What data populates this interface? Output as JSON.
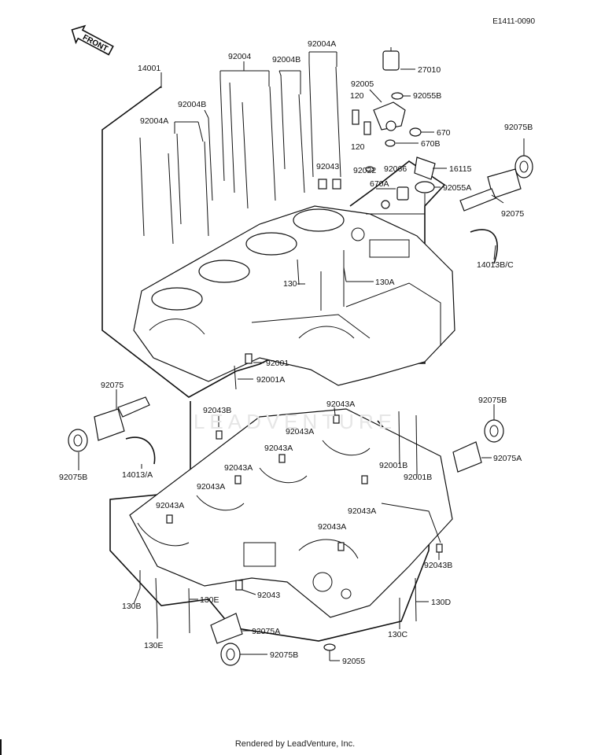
{
  "diagram_ref": "E1411-0090",
  "front_label": "FRONT",
  "footer": "Rendered by LeadVenture, Inc.",
  "watermark": "LEADVENTURE",
  "labels": {
    "p14001": "14001",
    "p92004": "92004",
    "p92004B_top": "92004B",
    "p92004A_top": "92004A",
    "p92004B_left": "92004B",
    "p92004A_left": "92004A",
    "p27010": "27010",
    "p92005": "92005",
    "p92055B": "92055B",
    "p120_a": "120",
    "p670": "670",
    "p670B": "670B",
    "p120_b": "120",
    "p92043_top": "92043",
    "p92022": "92022",
    "p92066": "92066",
    "p16115": "16115",
    "p670A": "670A",
    "p92055A": "92055A",
    "p92075B_r1": "92075B",
    "p92075_r1": "92075",
    "p14013BC": "14013B/C",
    "p130": "130",
    "p130A": "130A",
    "p92001": "92001",
    "p92001A": "92001A",
    "p92075_l": "92075",
    "p92075B_l": "92075B",
    "p14013A": "14013/A",
    "p92043B_1": "92043B",
    "p92043A_1": "92043A",
    "p92043A_2": "92043A",
    "p92043A_3": "92043A",
    "p92043A_4": "92043A",
    "p92043A_5": "92043A",
    "p92043A_6": "92043A",
    "p92043A_7": "92043A",
    "p92043A_8": "92043A",
    "p92001B_1": "92001B",
    "p92001B_2": "92001B",
    "p92075B_r2": "92075B",
    "p92075A_r2": "92075A",
    "p92043B_2": "92043B",
    "p92043": "92043",
    "p130B": "130B",
    "p130E_1": "130E",
    "p130E_2": "130E",
    "p130D": "130D",
    "p130C": "130C",
    "p92075A_b": "92075A",
    "p92075B_b": "92075B",
    "p92055": "92055"
  }
}
